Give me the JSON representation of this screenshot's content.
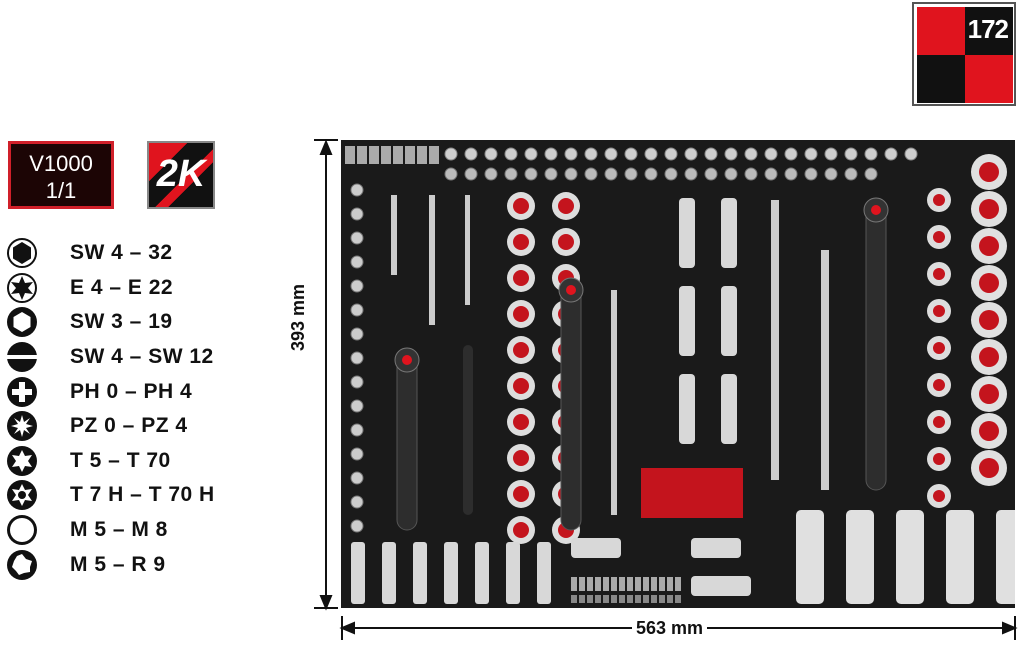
{
  "badges": {
    "piece_count": "172",
    "model_line1": "V1000",
    "model_line2": "1/1",
    "component_badge": "2K"
  },
  "legend": [
    {
      "icon": "hex-socket-icon",
      "label": "SW 4 – 32"
    },
    {
      "icon": "e-torx-socket-icon",
      "label": "E 4 – E 22"
    },
    {
      "icon": "hex-bit-icon",
      "label": "SW 3 – 19"
    },
    {
      "icon": "slotted-bit-icon",
      "label": "SW 4 – SW 12"
    },
    {
      "icon": "phillips-bit-icon",
      "label": "PH 0 – PH 4"
    },
    {
      "icon": "pozidriv-bit-icon",
      "label": "PZ 0 – PZ 4"
    },
    {
      "icon": "torx-bit-icon",
      "label": "T 5 – T 70"
    },
    {
      "icon": "torx-tamper-bit-icon",
      "label": "T 7 H – T 70 H"
    },
    {
      "icon": "xzn-bit-icon",
      "label": "M 5 – M 8"
    },
    {
      "icon": "ribe-bit-icon",
      "label": "M 5 – R 9"
    }
  ],
  "dimensions": {
    "height": "393 mm",
    "width": "563 mm"
  },
  "colors": {
    "accent": "#e0141e",
    "tray": "#1a1a1a",
    "chrome": "#d8d8d8"
  }
}
